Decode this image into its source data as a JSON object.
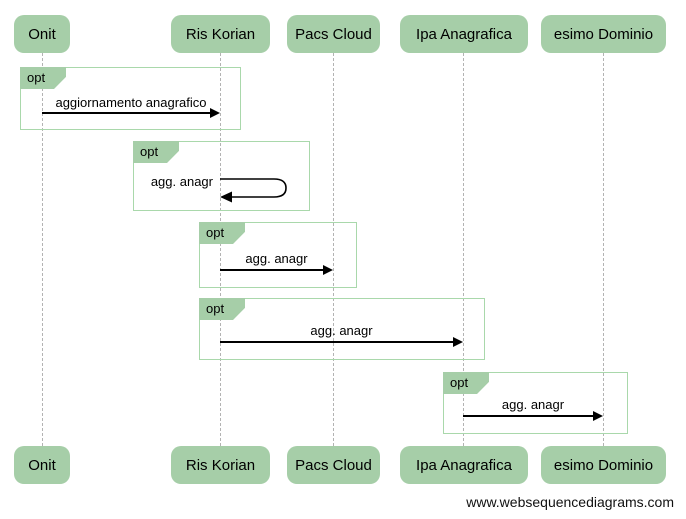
{
  "diagram": {
    "type": "uml-sequence-diagram",
    "actors": [
      {
        "label": "Onit"
      },
      {
        "label": "Ris Korian"
      },
      {
        "label": "Pacs Cloud"
      },
      {
        "label": "Ipa Anagrafica"
      },
      {
        "label": "esimo Dominio"
      }
    ],
    "fragments": [
      {
        "operator": "opt",
        "message": "aggiornamento anagrafico",
        "from": "Onit",
        "to": "Ris Korian",
        "self": false
      },
      {
        "operator": "opt",
        "message": "agg. anagr",
        "from": "Ris Korian",
        "to": "Ris Korian",
        "self": true
      },
      {
        "operator": "opt",
        "message": "agg. anagr",
        "from": "Ris Korian",
        "to": "Pacs Cloud",
        "self": false
      },
      {
        "operator": "opt",
        "message": "agg. anagr",
        "from": "Ris Korian",
        "to": "Ipa Anagrafica",
        "self": false
      },
      {
        "operator": "opt",
        "message": "agg. anagr",
        "from": "Ipa Anagrafica",
        "to": "esimo Dominio",
        "self": false
      }
    ],
    "watermark": "www.websequencediagrams.com",
    "colors": {
      "actor_fill": "#a6cea8",
      "fragment_border": "#a9d8ab",
      "lifeline": "#b3b3b3",
      "arrow": "#000000",
      "background": "#ffffff"
    }
  }
}
